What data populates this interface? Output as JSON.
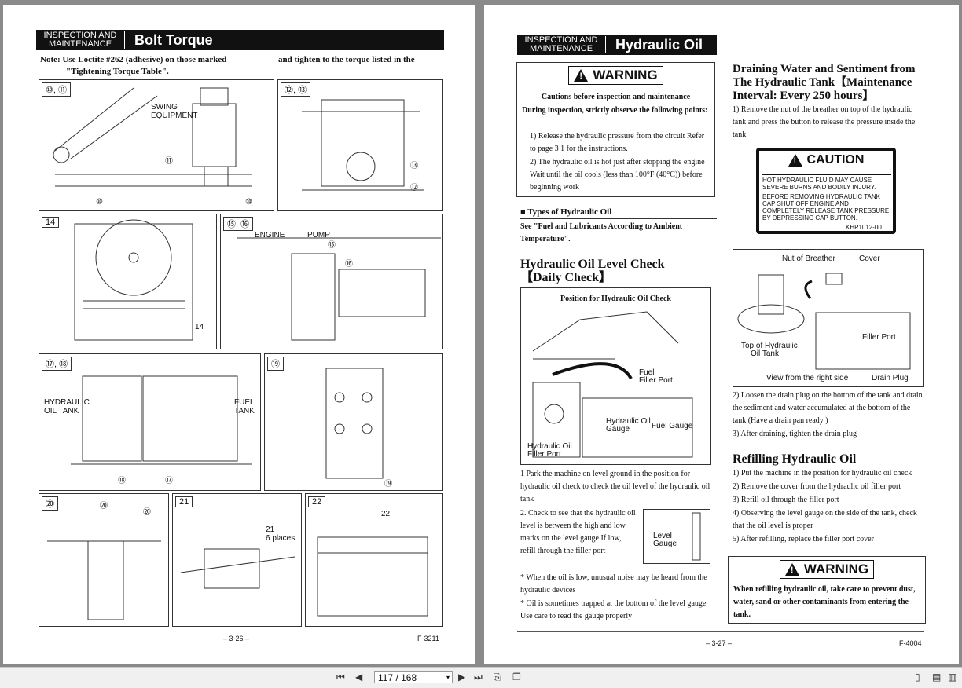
{
  "left_page": {
    "header": {
      "category": "INSPECTION AND MAINTENANCE",
      "title": "Bolt Torque"
    },
    "note_line1": "Note: Use Loctite #262 (adhesive) on those marked",
    "note_line1b": "and tighten to the torque listed in the",
    "note_line2": "\"Tightening Torque Table\".",
    "figures": [
      {
        "tag": "⑩, ⑪",
        "labels": [
          "SWING",
          "EQUIPMENT",
          "⑪",
          "⑩",
          "⑩"
        ]
      },
      {
        "tag": "⑫, ⑬",
        "labels": [
          "⑬",
          "⑫"
        ]
      },
      {
        "tag": "14",
        "labels": [
          "14"
        ]
      },
      {
        "tag": "⑮, ⑯",
        "labels": [
          "ENGINE",
          "PUMP",
          "⑮",
          "⑯"
        ]
      },
      {
        "tag": "⑰, ⑱",
        "labels": [
          "HYDRAULIC",
          "OIL TANK",
          "FUEL",
          "TANK",
          "⑱",
          "⑰"
        ]
      },
      {
        "tag": "⑲",
        "labels": [
          "⑲"
        ]
      },
      {
        "tag": "⑳",
        "labels": [
          "⑳",
          "⑳"
        ]
      },
      {
        "tag": "21",
        "labels": [
          "21",
          "6 places"
        ]
      },
      {
        "tag": "22",
        "labels": [
          "22"
        ]
      }
    ],
    "page_number": "– 3-26 –",
    "code": "F-3211"
  },
  "right_page": {
    "header": {
      "category": "INSPECTION AND MAINTENANCE",
      "title": "Hydraulic Oil"
    },
    "warning1": {
      "heading": "WARNING",
      "title": "Cautions before inspection and maintenance",
      "intro": "During inspection, strictly observe the following points:",
      "items": [
        "1)  Release the hydraulic pressure from the circuit  Refer to page 3 1 for the instructions.",
        "2)  The hydraulic oil is hot just after stopping the engine  Wait until the oil cools (less than 100°F (40°C)) before beginning work"
      ]
    },
    "types": {
      "heading": "■ Types of Hydraulic Oil",
      "text": "See \"Fuel and Lubricants According to Ambient Temperature\"."
    },
    "level_check": {
      "heading_line1": "Hydraulic Oil Level Check",
      "heading_line2": "【Daily Check】",
      "figure_title": "Position for Hydraulic Oil Check",
      "figure_labels": [
        "Fuel",
        "Filler Port",
        "Hydraulic Oil",
        "Gauge",
        "Fuel Gauge",
        "Hydraulic Oil",
        "Filler Port"
      ],
      "steps": [
        "1  Park the machine on level ground in the position for hydraulic oil check to check the oil level of the hydraulic oil tank",
        "2. Check to see that the hydraulic oil level is between the high and low marks on the level gauge  If low, refill through the filler port"
      ],
      "gauge_label": [
        "Level",
        "Gauge"
      ],
      "notes": [
        "*  When the oil is low, unusual noise may be heard from the hydraulic devices",
        "*  Oil is sometimes trapped at the bottom of the level gauge  Use care to read the gauge properly"
      ]
    },
    "draining": {
      "heading": "Draining Water and Sentiment from The Hydraulic Tank【Maintenance Interval: Every 250 hours】",
      "step1": "1)  Remove the nut of the breather on top of the hydraulic tank and press the button to release the pressure inside the tank",
      "caution": {
        "heading": "CAUTION",
        "line1": "HOT HYDRAULIC FLUID MAY CAUSE SEVERE BURNS AND BODILY INJURY.",
        "line2": "BEFORE REMOVING HYDRAULIC TANK CAP SHUT OFF ENGINE AND COMPLETELY RELEASE TANK PRESSURE BY DEPRESSING CAP BUTTON.",
        "code": "KHP1012-00"
      },
      "figure_labels": [
        "Nut of Breather",
        "Cover",
        "Filler Port",
        "Top of Hydraulic",
        "Oil Tank",
        "View from the right side",
        "Drain Plug"
      ],
      "steps": [
        "2)  Loosen the drain plug on the bottom of the tank and drain the sediment and water accumulated at the bottom of the tank  (Have a drain pan ready )",
        "3)  After draining, tighten the drain plug"
      ]
    },
    "refilling": {
      "heading": "Refilling Hydraulic Oil",
      "steps": [
        "1)  Put the machine in the position for hydraulic oil check",
        "2)  Remove the cover from the hydraulic oil filler port",
        "3)  Refill oil through the filler port",
        "4)  Observing the level gauge on the side of the tank, check that the oil level is proper",
        "5)  After refilling, replace the filler port cover"
      ]
    },
    "warning2": {
      "heading": "WARNING",
      "text": "When refilling hydraulic oil, take care to prevent dust, water, sand or other contaminants from entering the tank."
    },
    "page_number": "– 3-27 –",
    "code": "F-4004"
  },
  "toolbar": {
    "page_indicator": "117 / 168",
    "icons": [
      "first-page-icon",
      "prev-page-icon",
      "next-page-icon",
      "last-page-icon",
      "rotate-icon",
      "thumbnail-icon",
      "single-page-icon",
      "continuous-icon",
      "two-page-icon"
    ]
  }
}
